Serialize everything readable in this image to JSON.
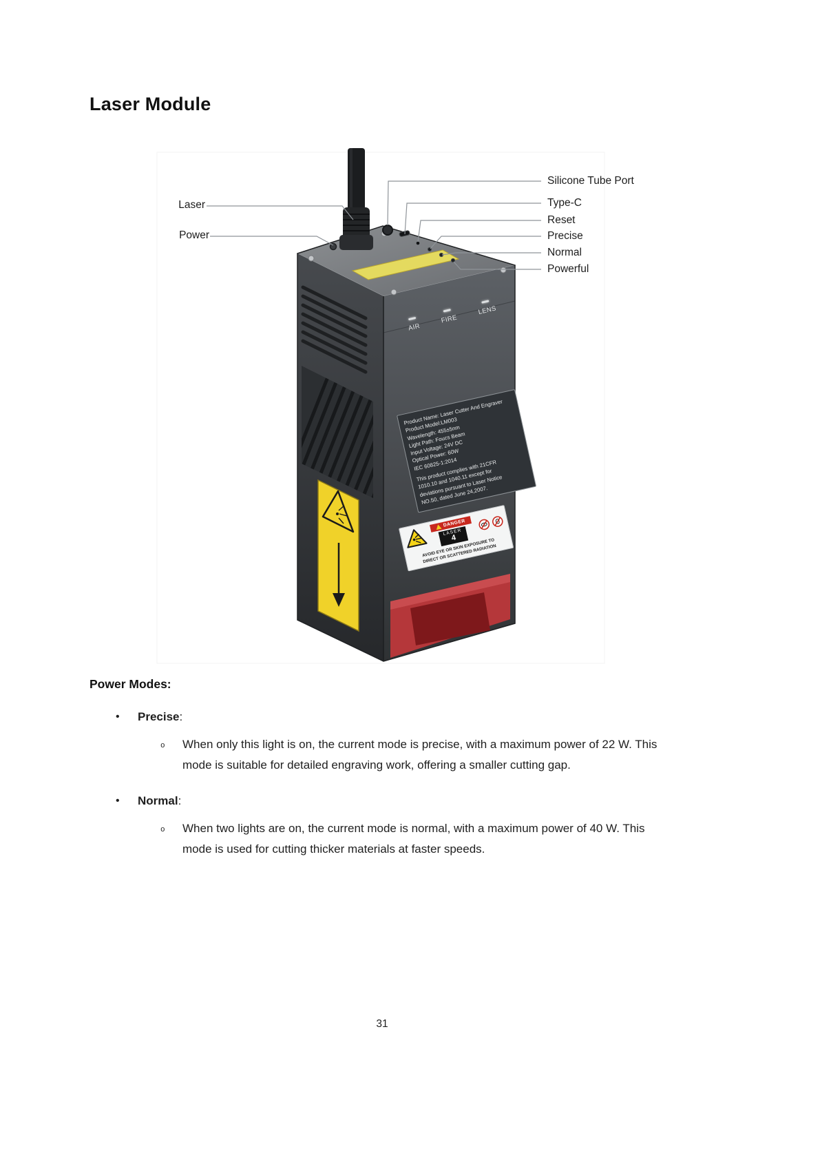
{
  "page": {
    "title": "Laser Module",
    "page_number": "31"
  },
  "figure": {
    "callouts": {
      "laser": "Laser",
      "power": "Power",
      "silicone_tube_port": "Silicone Tube Port",
      "type_c": "Type-C",
      "reset": "Reset",
      "precise": "Precise",
      "normal": "Normal",
      "powerful": "Powerful"
    },
    "device": {
      "indicators": {
        "air": "AIR",
        "fire": "FIRE",
        "lens": "LENS"
      },
      "spec_label": {
        "lines": [
          "Product Name: Laser Cutter And Engraver",
          "Product Model:LM003",
          "Wavelength: 455±5nm",
          "Light Path: Foucs Beam",
          "Input Voltage: 24V DC",
          "Optical Power: 60W",
          "IEC 60825-1:2014"
        ],
        "compliance_lines": [
          "This product complies with 21CFR",
          "1010.10 and 1040.11 except for",
          "deviations pursuant to Laser Notice",
          "NO.50, dated June 24,2007."
        ]
      },
      "danger_label": {
        "danger_word": "DANGER",
        "laser_word": "LASER",
        "laser_class": "4",
        "warning_line1": "AVOID EYE OR SKIN EXPOSURE TO",
        "warning_line2": "DIRECT OR SCATTERED RADIATION"
      }
    }
  },
  "content": {
    "section_title": "Power Modes:",
    "bullet": "•",
    "sub_bullet": "o",
    "colon": ":",
    "modes": [
      {
        "name": "Precise",
        "description": "When only this light is on, the current mode is precise, with a maximum power of 22 W. This mode is suitable for detailed engraving work, offering a smaller cutting gap."
      },
      {
        "name": "Normal",
        "description": "When two lights are on, the current mode is normal, with a maximum power of 40 W. This mode is used for cutting thicker materials at faster speeds."
      }
    ]
  },
  "colors": {
    "accent_yellow": "#f0d229",
    "danger_red": "#c8281e",
    "laser_window_red": "#b5373a"
  }
}
